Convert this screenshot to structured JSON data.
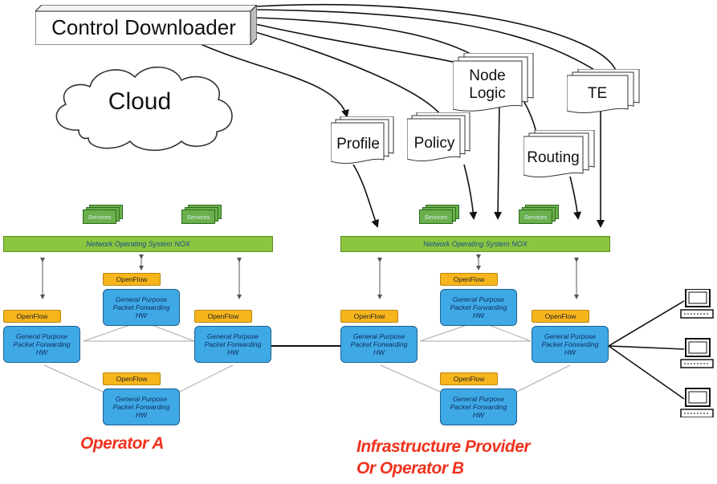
{
  "control_downloader": "Control Downloader",
  "cloud": "Cloud",
  "docs": {
    "profile": "Profile",
    "policy": "Policy",
    "node_logic_1": "Node",
    "node_logic_2": "Logic",
    "routing": "Routing",
    "te": "TE"
  },
  "services_label": "Services",
  "nox_label": "Network Operating System NOX",
  "openflow_label": "OpenFlow",
  "hw_label": [
    "General Purpose",
    "Packet Forwarding",
    "HW"
  ],
  "operator_a": "Operator A",
  "operator_b_line1": "Infrastructure Provider",
  "operator_b_line2": "Or Operator B",
  "colors": {
    "nox": "#8cc63f",
    "openflow": "#f7b51c",
    "hw": "#3fa9e6",
    "services": "#6ab04c",
    "operator_text": "#f0321e"
  }
}
